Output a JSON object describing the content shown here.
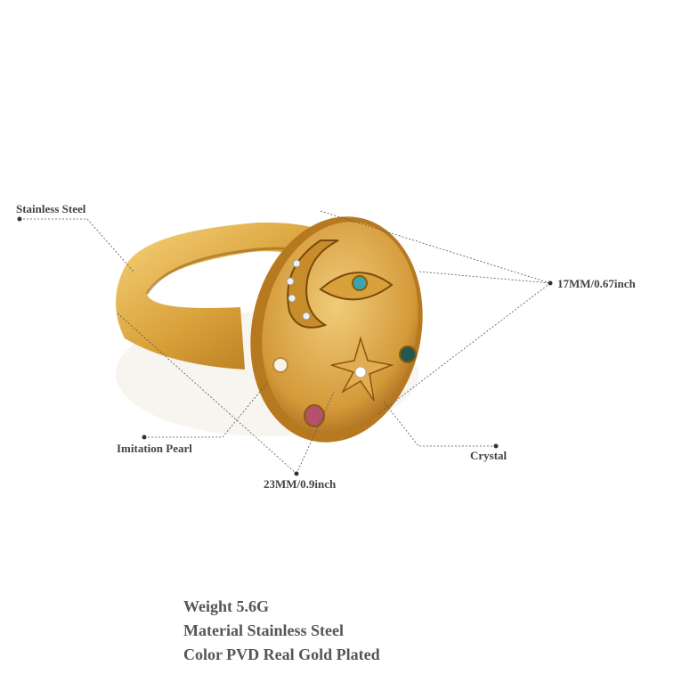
{
  "callouts": {
    "stainless_steel": "Stainless Steel",
    "width": "17MM/0.67inch",
    "imitation_pearl": "Imitation Pearl",
    "crystal": "Crystal",
    "height": "23MM/0.9inch"
  },
  "specs": {
    "weight": "Weight 5.6G",
    "material": "Material Stainless Steel",
    "color": "Color PVD Real Gold Plated"
  },
  "colors": {
    "gold": "#d9a13a",
    "gold_dark": "#a86a14",
    "gold_light": "#f6d27a",
    "text": "#555555"
  }
}
